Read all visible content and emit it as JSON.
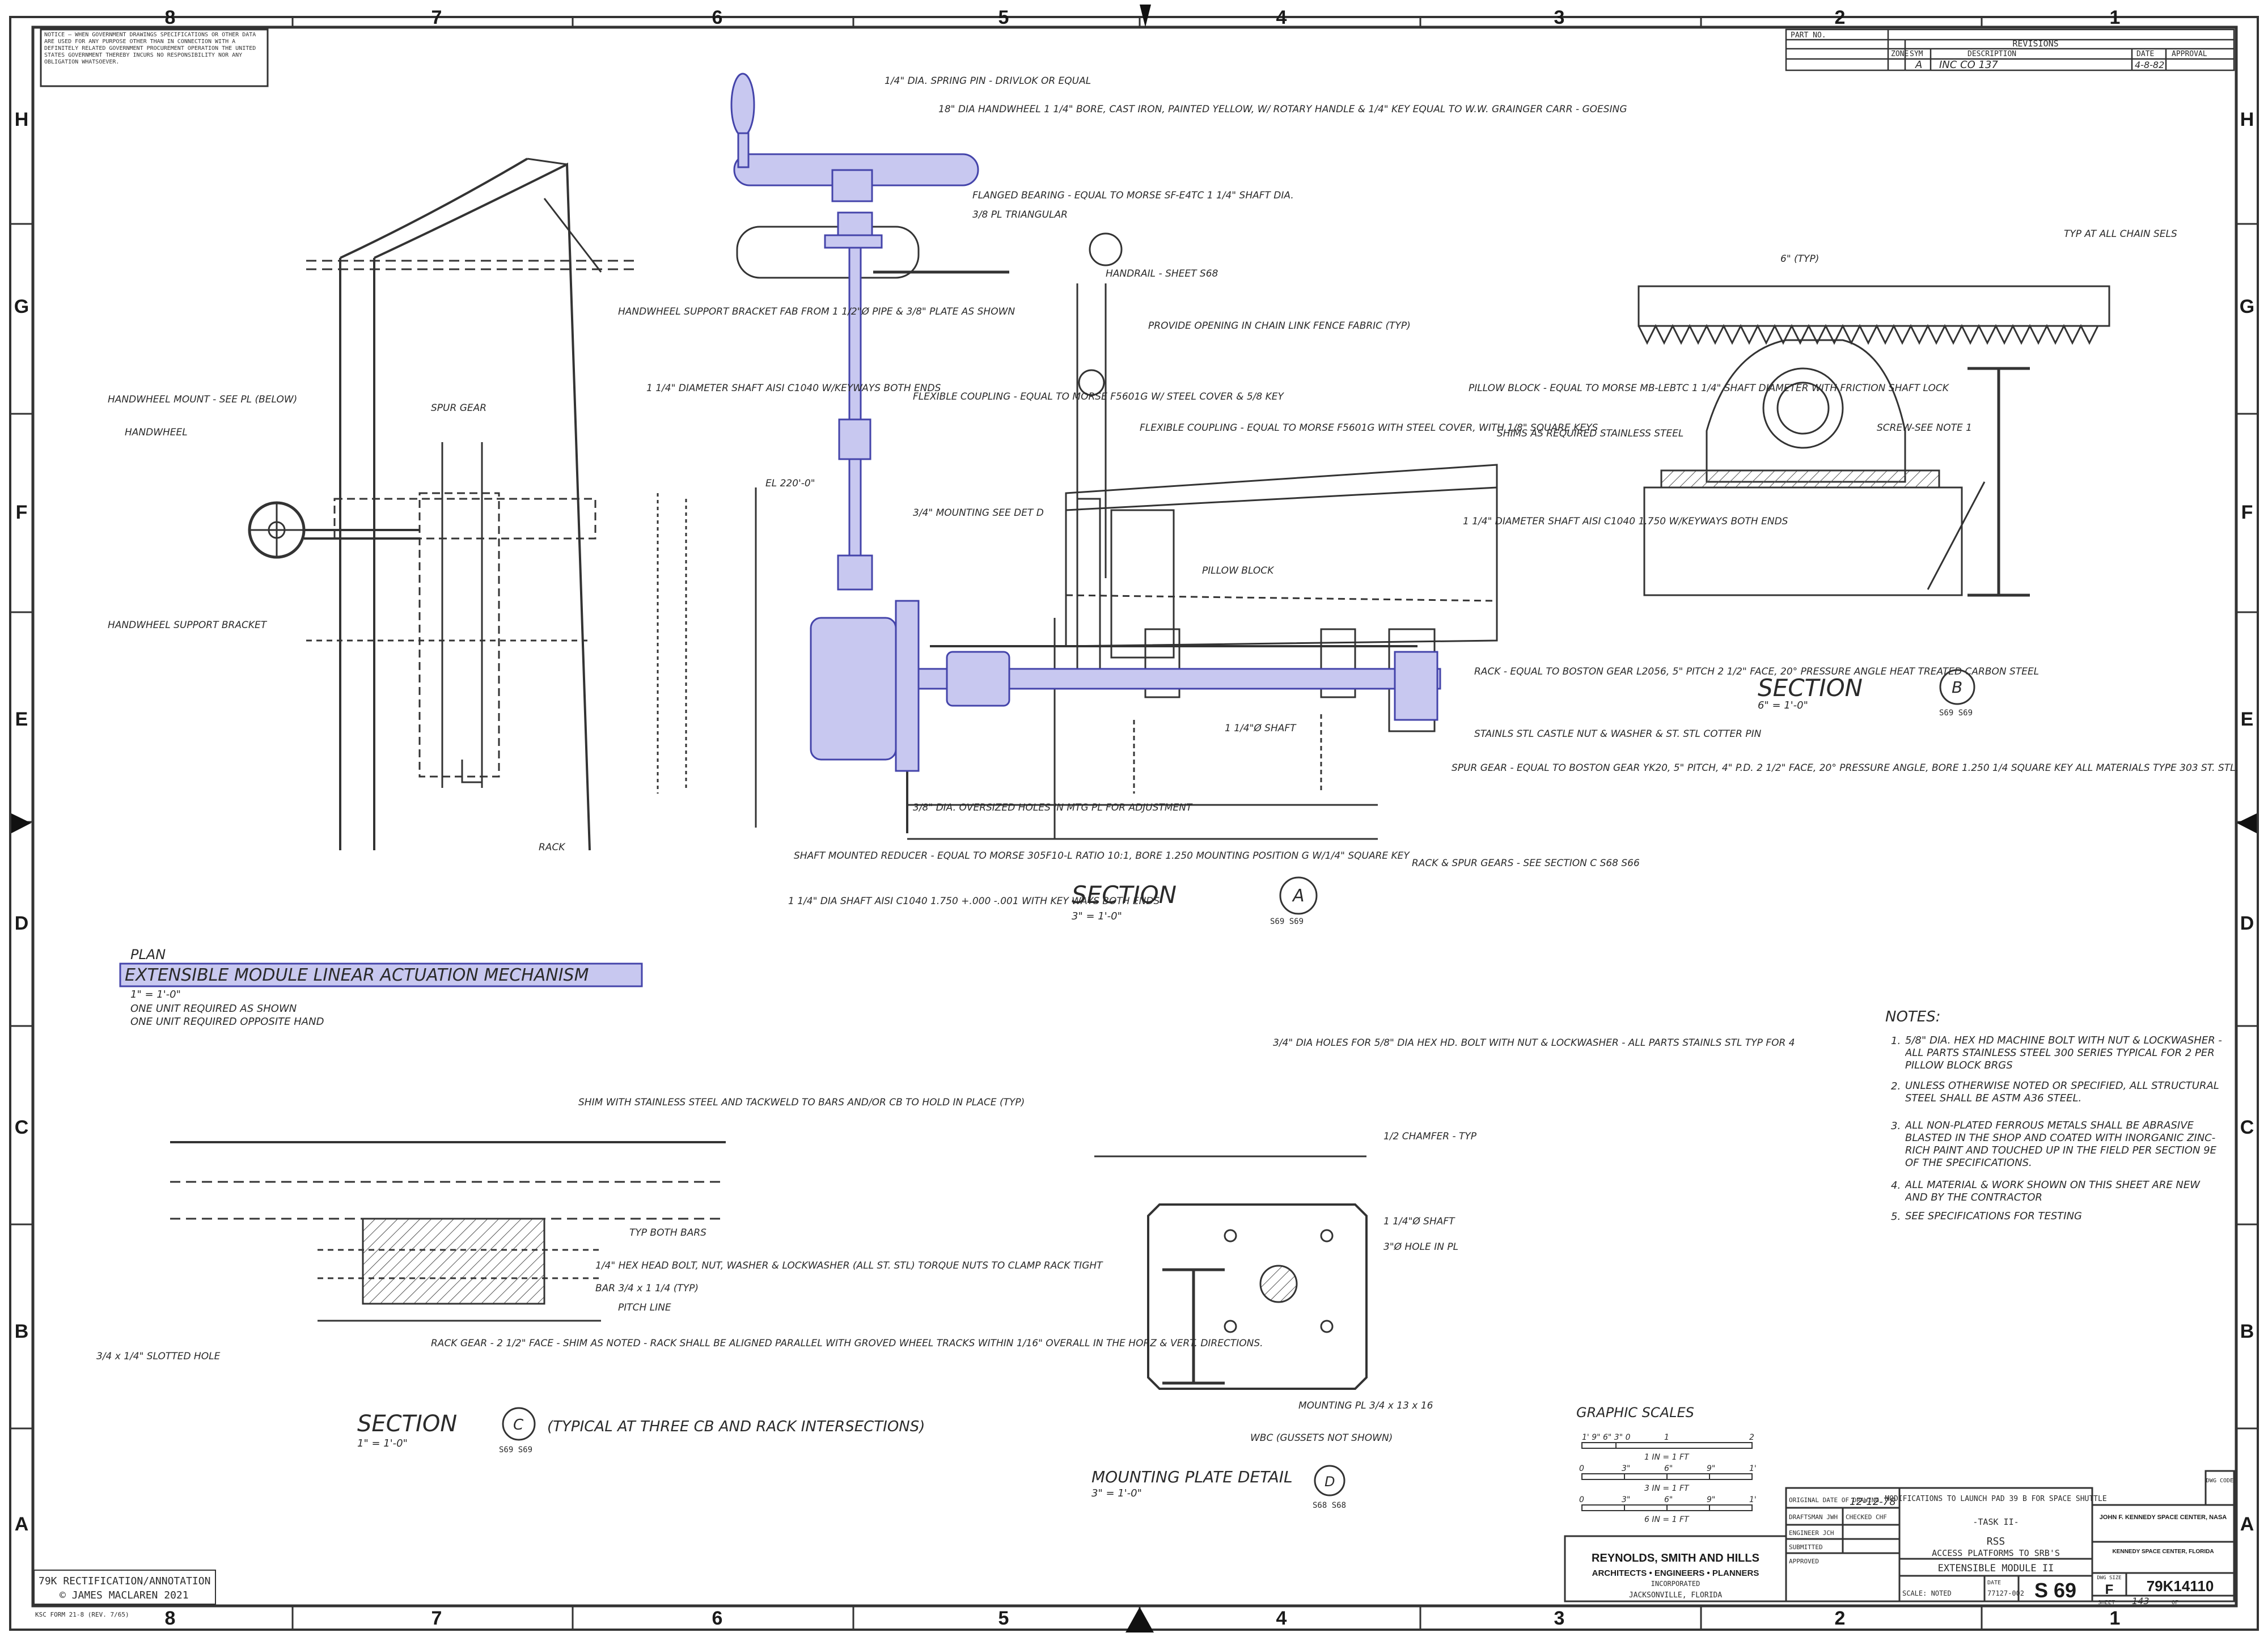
{
  "border": {
    "columns": [
      "8",
      "7",
      "6",
      "5",
      "4",
      "3",
      "2",
      "1"
    ],
    "rows": [
      "H",
      "G",
      "F",
      "E",
      "D",
      "C",
      "B",
      "A"
    ]
  },
  "notice_text": "NOTICE — WHEN GOVERNMENT DRAWINGS SPECIFICATIONS OR OTHER DATA ARE USED FOR ANY PURPOSE OTHER THAN IN CONNECTION WITH A DEFINITELY RELATED GOVERNMENT PROCUREMENT OPERATION THE UNITED STATES GOVERNMENT THEREBY INCURS NO RESPONSIBILITY NOR ANY OBLIGATION WHATSOEVER.",
  "revisions": {
    "part_no_label": "PART NO.",
    "title": "REVISIONS",
    "headers": [
      "ZONE",
      "SYM",
      "DESCRIPTION",
      "DATE",
      "APPROVAL"
    ],
    "row": [
      "",
      "A",
      "INC CO 137",
      "4-8-82",
      ""
    ]
  },
  "views": {
    "plan": {
      "label": "PLAN",
      "title": "EXTENSIBLE MODULE LINEAR ACTUATION MECHANISM",
      "scale": "1\" = 1'-0\"",
      "notes": [
        "ONE UNIT REQUIRED AS SHOWN",
        "ONE UNIT REQUIRED OPPOSITE HAND"
      ]
    },
    "section_a": {
      "label": "SECTION",
      "letter": "A",
      "ref": "S69 S69",
      "scale": "3\" = 1'-0\""
    },
    "section_b": {
      "label": "SECTION",
      "letter": "B",
      "ref": "S69 S69",
      "scale": "6\" = 1'-0\""
    },
    "section_c": {
      "label": "SECTION",
      "letter": "C",
      "ref": "S69 S69",
      "scale": "1\" = 1'-0\"",
      "note": "(TYPICAL AT THREE CB AND RACK INTERSECTIONS)"
    },
    "detail_d": {
      "label": "MOUNTING PLATE DETAIL",
      "letter": "D",
      "ref": "S68 S68",
      "scale": "3\" = 1'-0\""
    }
  },
  "callouts": {
    "pin": "1/4\" DIA. SPRING PIN - DRIVLOK OR EQUAL",
    "handwheel": "18\" DIA HANDWHEEL 1 1/4\" BORE, CAST IRON, PAINTED YELLOW, W/ ROTARY HANDLE & 1/4\" KEY EQUAL TO W.W. GRAINGER CARR - GOESING",
    "flanged_bearing": "FLANGED BEARING - EQUAL TO MORSE SF-E4TC 1 1/4\" SHAFT DIA.",
    "pl_triangular": "3/8 PL TRIANGULAR",
    "handrail": "HANDRAIL - SHEET S68",
    "chain_link": "PROVIDE OPENING IN CHAIN LINK FENCE FABRIC (TYP)",
    "hw_support": "HANDWHEEL SUPPORT BRACKET FAB FROM 1 1/2\"Ø PIPE & 3/8\" PLATE AS SHOWN",
    "dia_shaft": "1 1/4\" DIAMETER SHAFT AISI C1040 W/KEYWAYS BOTH ENDS",
    "flex_coupling": "FLEXIBLE COUPLING - EQUAL TO MORSE F5601G W/ STEEL COVER & 5/8 KEY",
    "flexible_2": "FLEXIBLE COUPLING - EQUAL TO MORSE F5601G WITH STEEL COVER, WITH 1/8\" SQUARE KEYS",
    "mounting_see_det": "3/4\" MOUNTING SEE DET D",
    "el": "EL 220'-0\"",
    "handwheel_mount": "HANDWHEEL MOUNT - SEE PL (BELOW)",
    "handwheel_lbl": "HANDWHEEL",
    "spur_gear_lbl": "SPUR GEAR",
    "hw_support_bracket": "HANDWHEEL SUPPORT BRACKET",
    "rack": "RACK",
    "pillow_block": "PILLOW BLOCK",
    "shaft_1_1_4": "1 1/4\"Ø SHAFT",
    "spur_gear_main": "RACK - EQUAL TO BOSTON GEAR L2056, 5\" PITCH 2 1/2\" FACE, 20° PRESSURE ANGLE HEAT TREATED CARBON STEEL",
    "castle_nut": "STAINLS STL CASTLE NUT & WASHER & ST. STL COTTER PIN",
    "spur_gear_eq": "SPUR GEAR - EQUAL TO BOSTON GEAR YK20, 5\" PITCH, 4\" P.D. 2 1/2\" FACE, 20° PRESSURE ANGLE, BORE 1.250 1/4 SQUARE KEY ALL MATERIALS TYPE 303 ST. STL.",
    "holes": "3/8\" DIA. OVERSIZED HOLES IN MTG PL FOR ADJUSTMENT",
    "reducer": "SHAFT MOUNTED REDUCER - EQUAL TO MORSE 305F10-L RATIO 10:1, BORE 1.250 MOUNTING POSITION G W/1/4\" SQUARE KEY",
    "shaft_aisi": "1 1/4\" DIA SHAFT AISI C1040 1.750 +.000 -.001 WITH KEY WAYS BOTH ENDS",
    "rack_spur": "RACK & SPUR GEARS - SEE SECTION C S68 S66",
    "pillow_bearing": "PILLOW BLOCK - EQUAL TO MORSE MB-LEBTC 1 1/4\" SHAFT DIAMETER WITH FRICTION SHAFT LOCK",
    "shims": "SHIMS AS REQUIRED STAINLESS STEEL",
    "dia_shaft_b": "1 1/4\" DIAMETER SHAFT AISI C1040 1.750 W/KEYWAYS BOTH ENDS",
    "screw_see": "SCREW-SEE NOTE 1",
    "typ_all": "TYP AT ALL CHAIN SELS",
    "typ6": "6\" (TYP)",
    "shim_note": "SHIM WITH STAINLESS STEEL AND TACKWELD TO BARS AND/OR CB TO HOLD IN PLACE (TYP)",
    "typ_bars": "TYP BOTH BARS",
    "hex_bolt": "1/4\" HEX HEAD BOLT, NUT, WASHER & LOCKWASHER (ALL ST. STL) TORQUE NUTS TO CLAMP RACK TIGHT",
    "bar": "BAR 3/4 x 1 1/4 (TYP)",
    "pitch": "PITCH LINE",
    "slotted": "3/4 x 1/4\" SLOTTED HOLE",
    "rack_gear": "RACK GEAR - 2 1/2\" FACE - SHIM AS NOTED - RACK SHALL BE ALIGNED PARALLEL WITH GROVED WHEEL TRACKS WITHIN 1/16\" OVERALL IN THE HORZ & VERT. DIRECTIONS.",
    "holes_d": "3/4\" DIA HOLES FOR 5/8\" DIA HEX HD. BOLT WITH NUT & LOCKWASHER - ALL PARTS STAINLS STL TYP FOR 4",
    "chamfer": "1/2 CHAMFER - TYP",
    "shaft_d": "1 1/4\"Ø SHAFT",
    "hole_d": "3\"Ø HOLE IN PL",
    "mounting_pl": "MOUNTING PL 3/4 x 13 x 16",
    "gussets": "WBC (GUSSETS NOT SHOWN)"
  },
  "notes": {
    "title": "NOTES:",
    "items": [
      "5/8\" DIA. HEX HD MACHINE BOLT WITH NUT & LOCKWASHER - ALL PARTS STAINLESS STEEL 300 SERIES TYPICAL FOR 2 PER PILLOW BLOCK BRGS",
      "UNLESS OTHERWISE NOTED OR SPECIFIED, ALL STRUCTURAL STEEL SHALL BE ASTM A36 STEEL.",
      "ALL NON-PLATED FERROUS METALS SHALL BE ABRASIVE BLASTED IN THE SHOP AND COATED WITH INORGANIC ZINC-RICH PAINT AND TOUCHED UP IN THE FIELD PER SECTION 9E OF THE SPECIFICATIONS.",
      "ALL MATERIAL & WORK SHOWN ON THIS SHEET ARE NEW AND BY THE CONTRACTOR",
      "SEE SPECIFICATIONS FOR TESTING"
    ]
  },
  "graphic_scales": {
    "title": "GRAPHIC SCALES",
    "scales": [
      {
        "ticks": [
          "1' 9\" 6\" 3\" 0",
          "1",
          "2"
        ],
        "label": "1 IN = 1 FT"
      },
      {
        "ticks": [
          "0",
          "3\"",
          "6\"",
          "9\"",
          "1'"
        ],
        "label": "3 IN = 1 FT"
      },
      {
        "ticks": [
          "0",
          "3\"",
          "6\"",
          "9\"",
          "1'"
        ],
        "label": "6 IN = 1 FT"
      }
    ]
  },
  "title_block": {
    "firm": "REYNOLDS, SMITH AND HILLS",
    "firm_sub": "ARCHITECTS • ENGINEERS • PLANNERS",
    "inc": "INCORPORATED",
    "city": "JACKSONVILLE, FLORIDA",
    "original_date_label": "ORIGINAL DATE OF DRAWING",
    "original_date": "12-12-78",
    "drafting": "DRAFTSMAN JWH",
    "checked": "CHECKED CHF",
    "engineer": "ENGINEER JCH",
    "approved": "APPROVED",
    "submitted": "SUBMITTED",
    "mod_title": "MODIFICATIONS TO LAUNCH PAD 39 B FOR SPACE SHUTTLE",
    "task": "-TASK II-",
    "rss": "RSS",
    "access": "ACCESS PLATFORMS TO SRB'S",
    "module": "EXTENSIBLE MODULE II",
    "scale": "SCALE: NOTED",
    "date_label": "DATE",
    "job": "77127-002",
    "sheet_code": "S 69",
    "agency": "JOHN F. KENNEDY SPACE CENTER, NASA",
    "agency2": "KENNEDY SPACE CENTER, FLORIDA",
    "size_label": "DWG SIZE",
    "size": "F",
    "dwg_no": "79K14110",
    "sheet_label": "SHEET",
    "sheet_no": "143",
    "of": "OF",
    "dwg_code": "DWG CODE"
  },
  "annotation": {
    "line1": "79K RECTIFICATION/ANNOTATION",
    "line2": "© JAMES MACLAREN 2021"
  },
  "form_no": "KSC FORM 21-8 (REV. 7/65)",
  "colors": {
    "ink": "#2a2a2a",
    "highlight_fill": "#c8c8f0",
    "highlight_stroke": "#4444aa"
  }
}
